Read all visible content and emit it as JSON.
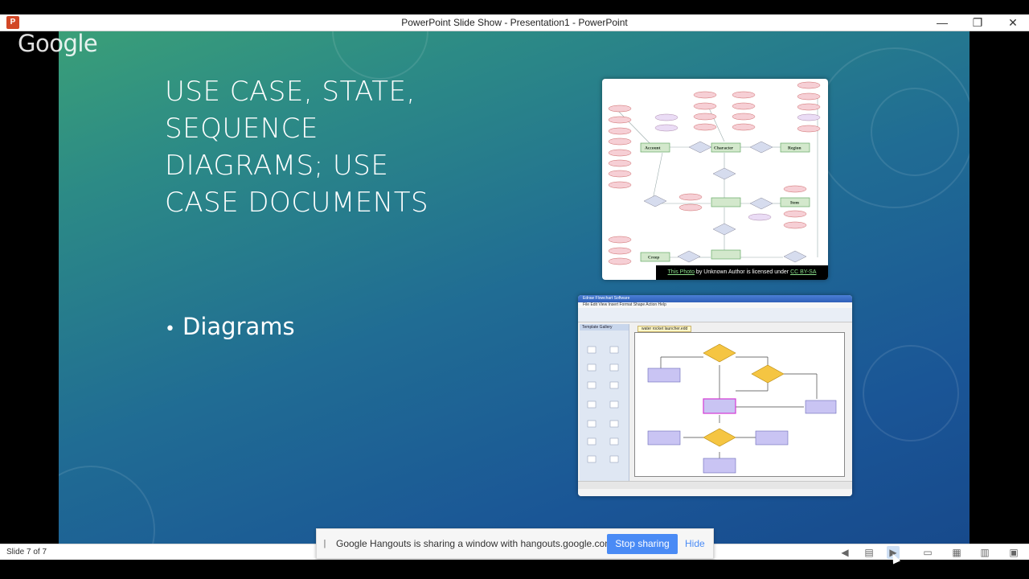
{
  "window": {
    "title": "PowerPoint Slide Show  -  Presentation1 - PowerPoint",
    "app_icon": "powerpoint-icon",
    "app_icon_letter": "P",
    "controls": {
      "minimize": "—",
      "maximize": "❐",
      "close": "✕"
    }
  },
  "overlay": {
    "logo": "Google"
  },
  "slide": {
    "title_lines": [
      "USE CASE, STATE,",
      "SEQUENCE",
      "DIAGRAMS; USE",
      "CASE DOCUMENTS"
    ],
    "bullet_marker": "•",
    "bullets": [
      "Diagrams"
    ],
    "image1": {
      "caption_link": "This Photo",
      "caption_middle": " by Unknown Author is licensed under ",
      "caption_license": "CC BY-SA",
      "entities": [
        "Account",
        "Character",
        "Region",
        "Item",
        "Creep"
      ]
    },
    "image2": {
      "window_title": "Edraw Flowchart Software",
      "menu": "File  Edit  View  Insert  Format  Shape  Action  Help",
      "tab": "water rocket launcher.edd",
      "gallery_title": "Template Gallery"
    }
  },
  "statusbar": {
    "slide_indicator": "Slide 7 of 7",
    "icons": [
      "previous-icon",
      "notes-icon",
      "play-icon",
      "normal-view-icon",
      "slide-sorter-icon",
      "reading-view-icon",
      "slideshow-icon"
    ],
    "active_icon": "play-icon"
  },
  "share_banner": {
    "grip": "||",
    "message": "Google Hangouts is sharing a window with hangouts.google.com.",
    "stop_label": "Stop sharing",
    "hide_label": "Hide",
    "accent": "#4a8bf5"
  }
}
